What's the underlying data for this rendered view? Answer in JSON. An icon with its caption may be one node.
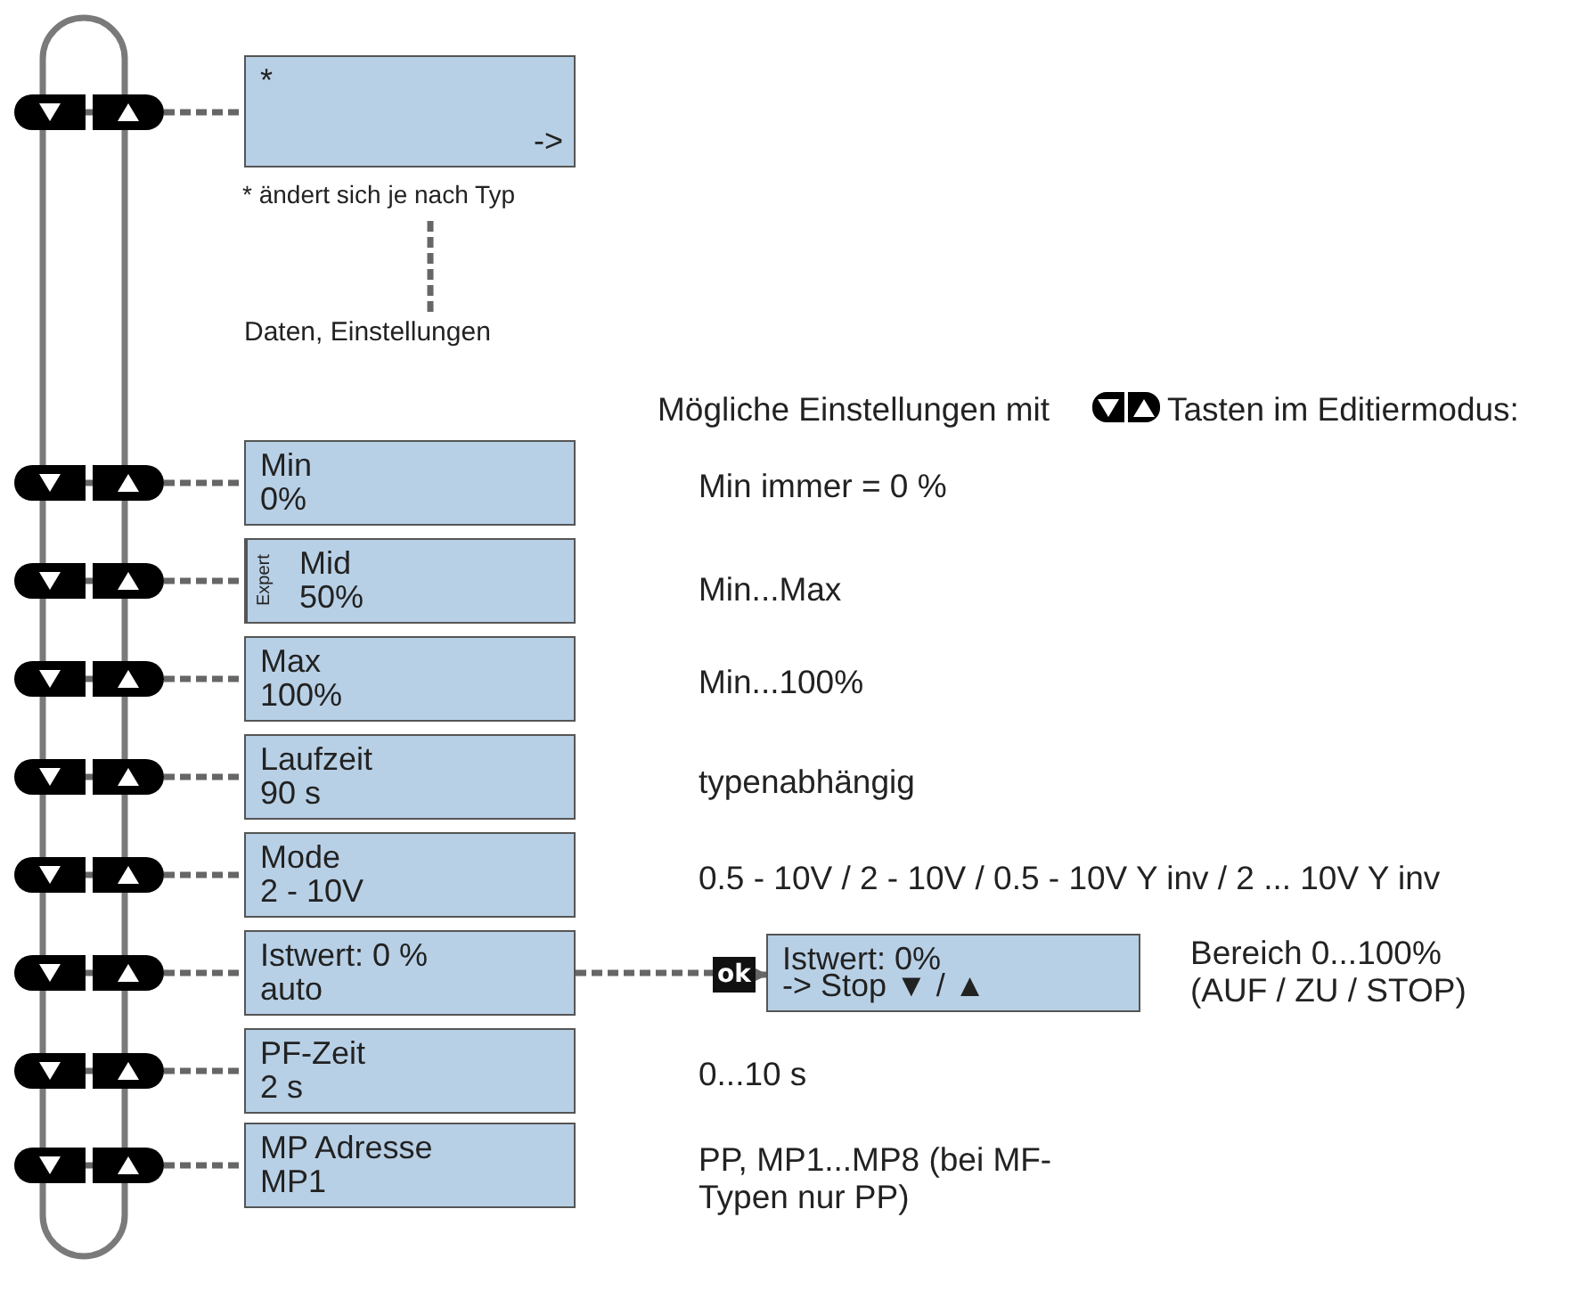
{
  "diagram": {
    "nodes": [
      {
        "text": [],
        "shape": "button"
      },
      {
        "text": [],
        "shape": "button"
      },
      {
        "text": [
          "*",
          "->"
        ],
        "beside": [
          "* ändert sich je nach Typ"
        ]
      },
      {
        "text": [
          "Daten, Einstellungen"
        ]
      },
      {
        "text": [],
        "shape": "button"
      },
      {
        "text": [],
        "shape": "button"
      },
      {
        "text": [
          "Min",
          "0%"
        ]
      },
      {
        "text": [],
        "shape": "button"
      },
      {
        "text": [],
        "shape": "button"
      },
      {
        "text": [
          "Expert",
          "Mid",
          "50%"
        ]
      },
      {
        "text": [],
        "shape": "button"
      },
      {
        "text": [],
        "shape": "button"
      },
      {
        "text": [
          "Max",
          "100%"
        ]
      },
      {
        "text": [],
        "shape": "button"
      },
      {
        "text": [],
        "shape": "button"
      },
      {
        "text": [
          "Laufzeit",
          "90 s"
        ]
      },
      {
        "text": [],
        "shape": "button"
      },
      {
        "text": [],
        "shape": "button"
      },
      {
        "text": [
          "Mode",
          "2 - 10V"
        ]
      },
      {
        "text": [],
        "shape": "button"
      },
      {
        "text": [],
        "shape": "button"
      },
      {
        "text": [
          "Istwert: 0 %",
          "auto"
        ]
      },
      {
        "text": [],
        "shape": "button"
      },
      {
        "text": [],
        "shape": "button"
      },
      {
        "text": [
          "PF-Zeit",
          "2 s"
        ]
      },
      {
        "text": [],
        "shape": "button"
      },
      {
        "text": [],
        "shape": "button"
      },
      {
        "text": [
          "MP Adresse",
          "MP1"
        ]
      },
      {
        "text": [
          "ok"
        ]
      },
      {
        "text": [
          "Istwert: 0%",
          "-> Stop ▼ / ▲"
        ]
      }
    ],
    "edges": [
      {
        "from": 0,
        "to": 1,
        "arrow": "none",
        "style": "dashed"
      },
      {
        "from": 1,
        "to": 2,
        "arrow": "none",
        "style": "dashed"
      },
      {
        "from": 2,
        "to": 3,
        "arrow": "none",
        "style": "dashed"
      },
      {
        "from": 4,
        "to": 5,
        "arrow": "none",
        "style": "dashed"
      },
      {
        "from": 5,
        "to": 6,
        "arrow": "none",
        "style": "dashed"
      },
      {
        "from": 7,
        "to": 8,
        "arrow": "none",
        "style": "dashed"
      },
      {
        "from": 8,
        "to": 9,
        "arrow": "none",
        "style": "dashed"
      },
      {
        "from": 10,
        "to": 11,
        "arrow": "none",
        "style": "dashed"
      },
      {
        "from": 11,
        "to": 12,
        "arrow": "none",
        "style": "dashed"
      },
      {
        "from": 13,
        "to": 14,
        "arrow": "none",
        "style": "dashed"
      },
      {
        "from": 14,
        "to": 15,
        "arrow": "none",
        "style": "dashed"
      },
      {
        "from": 16,
        "to": 17,
        "arrow": "none",
        "style": "dashed"
      },
      {
        "from": 17,
        "to": 18,
        "arrow": "none",
        "style": "dashed"
      },
      {
        "from": 19,
        "to": 20,
        "arrow": "none",
        "style": "dashed"
      },
      {
        "from": 20,
        "to": 21,
        "arrow": "none",
        "style": "dashed"
      },
      {
        "from": 22,
        "to": 23,
        "arrow": "none",
        "style": "dashed"
      },
      {
        "from": 23,
        "to": 24,
        "arrow": "none",
        "style": "dashed"
      },
      {
        "from": 25,
        "to": 26,
        "arrow": "none",
        "style": "dashed"
      },
      {
        "from": 26,
        "to": 27,
        "arrow": "none",
        "style": "dashed"
      },
      {
        "from": 21,
        "to": 28,
        "arrow": "none",
        "style": "dashed"
      },
      {
        "from": 28,
        "to": 29,
        "arrow": "to",
        "style": "dashed"
      },
      {
        "from": 0,
        "to": 1,
        "arrow": "none"
      },
      {
        "from": 0,
        "to": 4,
        "arrow": "none"
      },
      {
        "from": 4,
        "to": 7,
        "arrow": "none"
      },
      {
        "from": 7,
        "to": 10,
        "arrow": "none"
      },
      {
        "from": 10,
        "to": 13,
        "arrow": "none"
      },
      {
        "from": 13,
        "to": 16,
        "arrow": "none"
      },
      {
        "from": 16,
        "to": 19,
        "arrow": "none"
      },
      {
        "from": 19,
        "to": 22,
        "arrow": "none"
      },
      {
        "from": 22,
        "to": 25,
        "arrow": "none"
      },
      {
        "from": 1,
        "to": 5,
        "arrow": "none"
      },
      {
        "from": 5,
        "to": 8,
        "arrow": "none"
      },
      {
        "from": 8,
        "to": 11,
        "arrow": "none"
      },
      {
        "from": 11,
        "to": 14,
        "arrow": "none"
      },
      {
        "from": 14,
        "to": 17,
        "arrow": "none"
      },
      {
        "from": 17,
        "to": 20,
        "arrow": "none"
      },
      {
        "from": 20,
        "to": 23,
        "arrow": "none"
      },
      {
        "from": 23,
        "to": 26,
        "arrow": "none"
      },
      {
        "from": 25,
        "to": 26,
        "arrow": "none"
      }
    ],
    "labels": [
      "Mögliche Einstellungen mit",
      "Tasten im Editiermodus:",
      "Min immer = 0 %",
      "Min...Max",
      "Min...100%",
      "typenabhängig",
      "0.5 - 10V / 2 - 10V / 0.5 - 10V Y inv / 2 ... 10V Y inv",
      "Bereich 0...100% (AUF / ZU / STOP)",
      "0...10 s",
      "PP, MP1...MP8 (bei MF-Typen nur PP)"
    ]
  }
}
